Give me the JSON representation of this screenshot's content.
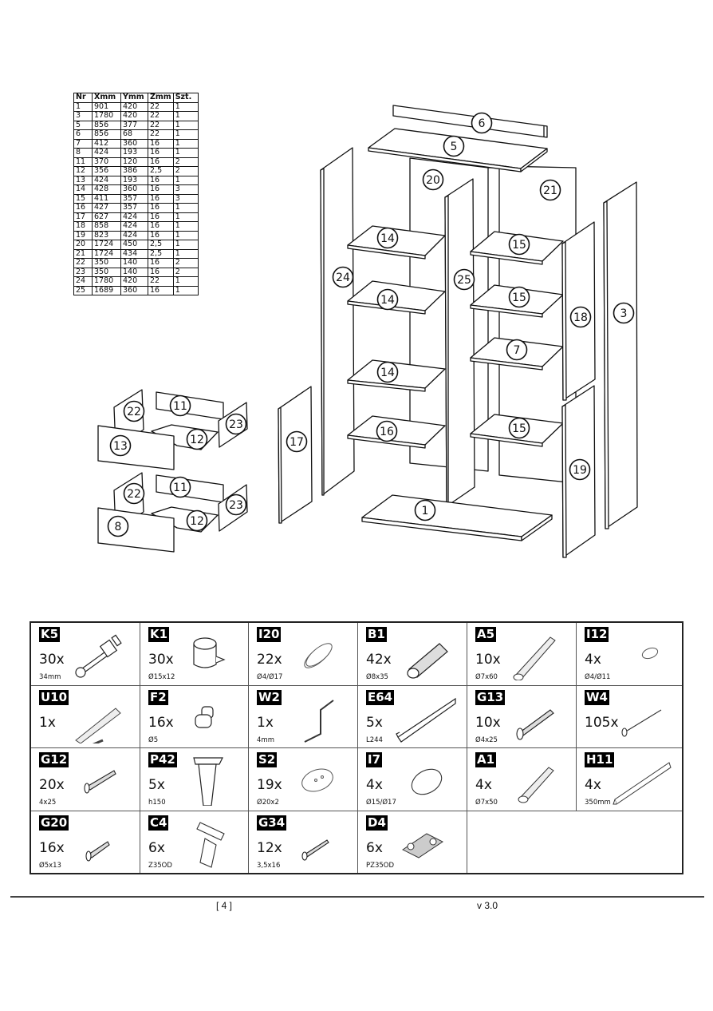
{
  "parts_table": {
    "headers": [
      "Nr",
      "Xmm",
      "Ymm",
      "Zmm",
      "Szt."
    ],
    "rows": [
      [
        "1",
        "901",
        "420",
        "22",
        "1"
      ],
      [
        "3",
        "1780",
        "420",
        "22",
        "1"
      ],
      [
        "5",
        "856",
        "377",
        "22",
        "1"
      ],
      [
        "6",
        "856",
        "68",
        "22",
        "1"
      ],
      [
        "7",
        "412",
        "360",
        "16",
        "1"
      ],
      [
        "8",
        "424",
        "193",
        "16",
        "1"
      ],
      [
        "11",
        "370",
        "120",
        "16",
        "2"
      ],
      [
        "12",
        "356",
        "386",
        "2,5",
        "2"
      ],
      [
        "13",
        "424",
        "193",
        "16",
        "1"
      ],
      [
        "14",
        "428",
        "360",
        "16",
        "3"
      ],
      [
        "15",
        "411",
        "357",
        "16",
        "3"
      ],
      [
        "16",
        "427",
        "357",
        "16",
        "1"
      ],
      [
        "17",
        "627",
        "424",
        "16",
        "1"
      ],
      [
        "18",
        "858",
        "424",
        "16",
        "1"
      ],
      [
        "19",
        "823",
        "424",
        "16",
        "1"
      ],
      [
        "20",
        "1724",
        "450",
        "2,5",
        "1"
      ],
      [
        "21",
        "1724",
        "434",
        "2,5",
        "1"
      ],
      [
        "22",
        "350",
        "140",
        "16",
        "2"
      ],
      [
        "23",
        "350",
        "140",
        "16",
        "2"
      ],
      [
        "24",
        "1780",
        "420",
        "22",
        "1"
      ],
      [
        "25",
        "1689",
        "360",
        "16",
        "1"
      ]
    ]
  },
  "diagram_labels": {
    "p6": "6",
    "p5": "5",
    "p20": "20",
    "p21": "21",
    "p24": "24",
    "p25": "25",
    "p14a": "14",
    "p14b": "14",
    "p14c": "14",
    "p15a": "15",
    "p15b": "15",
    "p15c": "15",
    "p7": "7",
    "p16": "16",
    "p18": "18",
    "p3": "3",
    "p19": "19",
    "p17": "17",
    "p1": "1",
    "p11a": "11",
    "p22a": "22",
    "p23a": "23",
    "p12a": "12",
    "p13": "13",
    "p11b": "11",
    "p22b": "22",
    "p23b": "23",
    "p12b": "12",
    "p8": "8"
  },
  "hardware": [
    {
      "code": "K5",
      "qty": "30x",
      "spec": "34mm",
      "icon": "cam-bolt-icon"
    },
    {
      "code": "K1",
      "qty": "30x",
      "spec": "Ø15x12",
      "icon": "cam-lock-icon"
    },
    {
      "code": "I20",
      "qty": "22x",
      "spec": "Ø4/Ø17",
      "icon": "cover-cap-icon"
    },
    {
      "code": "B1",
      "qty": "42x",
      "spec": "Ø8x35",
      "icon": "wood-dowel-icon"
    },
    {
      "code": "A5",
      "qty": "10x",
      "spec": "Ø7x60",
      "icon": "confirmat-screw-icon"
    },
    {
      "code": "I12",
      "qty": "4x",
      "spec": "Ø4/Ø11",
      "icon": "small-cap-icon"
    },
    {
      "code": "U10",
      "qty": "1x",
      "spec": "",
      "icon": "wall-anchor-kit-icon"
    },
    {
      "code": "F2",
      "qty": "16x",
      "spec": "Ø5",
      "icon": "shelf-pin-icon"
    },
    {
      "code": "W2",
      "qty": "1x",
      "spec": "4mm",
      "icon": "allen-key-icon"
    },
    {
      "code": "E64",
      "qty": "5x",
      "spec": "L244",
      "icon": "profile-strip-icon"
    },
    {
      "code": "G13",
      "qty": "10x",
      "spec": "Ø4x25",
      "icon": "washer-screw-icon"
    },
    {
      "code": "W4",
      "qty": "105x",
      "spec": "",
      "icon": "nail-icon"
    },
    {
      "code": "G12",
      "qty": "20x",
      "spec": "4x25",
      "icon": "wood-screw-icon"
    },
    {
      "code": "P42",
      "qty": "5x",
      "spec": "h150",
      "icon": "furniture-leg-icon"
    },
    {
      "code": "S2",
      "qty": "19x",
      "spec": "Ø20x2",
      "icon": "felt-pad-icon"
    },
    {
      "code": "I7",
      "qty": "4x",
      "spec": "Ø15/Ø17",
      "icon": "large-cap-icon"
    },
    {
      "code": "A1",
      "qty": "4x",
      "spec": "Ø7x50",
      "icon": "confirmat-screw-short-icon"
    },
    {
      "code": "H11",
      "qty": "4x",
      "spec": "350mm",
      "icon": "drawer-slide-icon"
    },
    {
      "code": "G20",
      "qty": "16x",
      "spec": "Ø5x13",
      "icon": "short-screw-icon"
    },
    {
      "code": "C4",
      "qty": "6x",
      "spec": "Z35OD",
      "icon": "hinge-icon"
    },
    {
      "code": "G34",
      "qty": "12x",
      "spec": "3,5x16",
      "icon": "small-screw-icon"
    },
    {
      "code": "D4",
      "qty": "6x",
      "spec": "PZ35OD",
      "icon": "hinge-plate-icon"
    }
  ],
  "footer": {
    "page": "[ 4 ]",
    "version": "v 3.0"
  }
}
